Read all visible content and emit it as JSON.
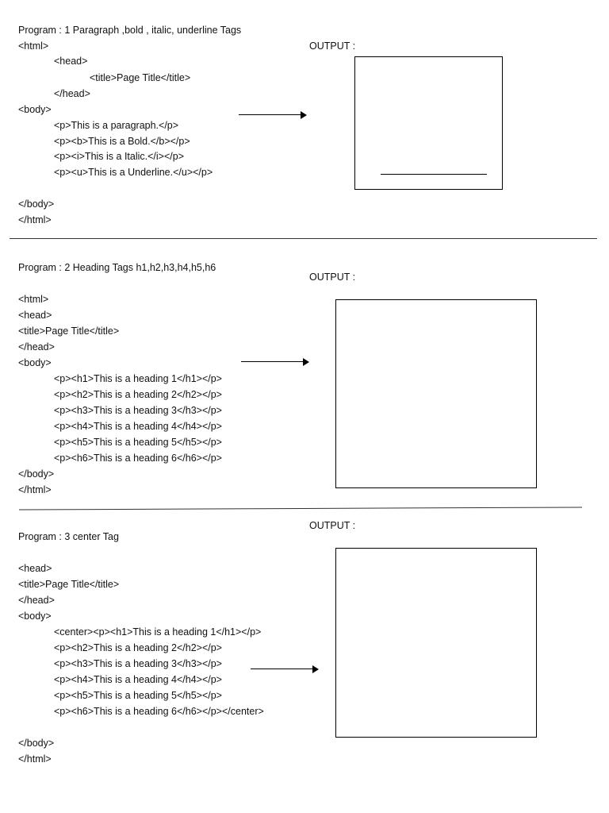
{
  "output_label": "OUTPUT :",
  "programs": [
    {
      "title": "Program : 1 Paragraph ,bold , italic, underline Tags",
      "lines": [
        "<html>",
        "<head>",
        "<title>Page Title</title>",
        "</head>",
        "<body>",
        "<p>This is a paragraph.</p>",
        "<p><b>This is a Bold.</b></p>",
        "<p><i>This is a Italic.</i></p>",
        "<p><u>This is a Underline.</u></p>",
        "</body>",
        "</html>"
      ]
    },
    {
      "title": "Program : 2 Heading Tags h1,h2,h3,h4,h5,h6",
      "lines": [
        "<html>",
        "<head>",
        "<title>Page Title</title>",
        "</head>",
        "<body>",
        "<p><h1>This is a heading 1</h1></p>",
        "<p><h2>This is a heading 2</h2></p>",
        "<p><h3>This is a heading 3</h3></p>",
        "<p><h4>This is a heading 4</h4></p>",
        "<p><h5>This is a heading 5</h5></p>",
        "<p><h6>This is a heading 6</h6></p>",
        "</body>",
        "</html>"
      ]
    },
    {
      "title": "Program : 3 center Tag",
      "lines": [
        "<head>",
        "<title>Page Title</title>",
        "</head>",
        "<body>",
        "<center><p><h1>This is a heading 1</h1></p>",
        "<p><h2>This is a heading 2</h2></p>",
        "<p><h3>This is a heading 3</h3></p>",
        "<p><h4>This is a heading 4</h4></p>",
        "<p><h5>This is a heading 5</h5></p>",
        "<p><h6>This is a heading 6</h6></p></center>",
        "</body>",
        "</html>"
      ]
    }
  ]
}
